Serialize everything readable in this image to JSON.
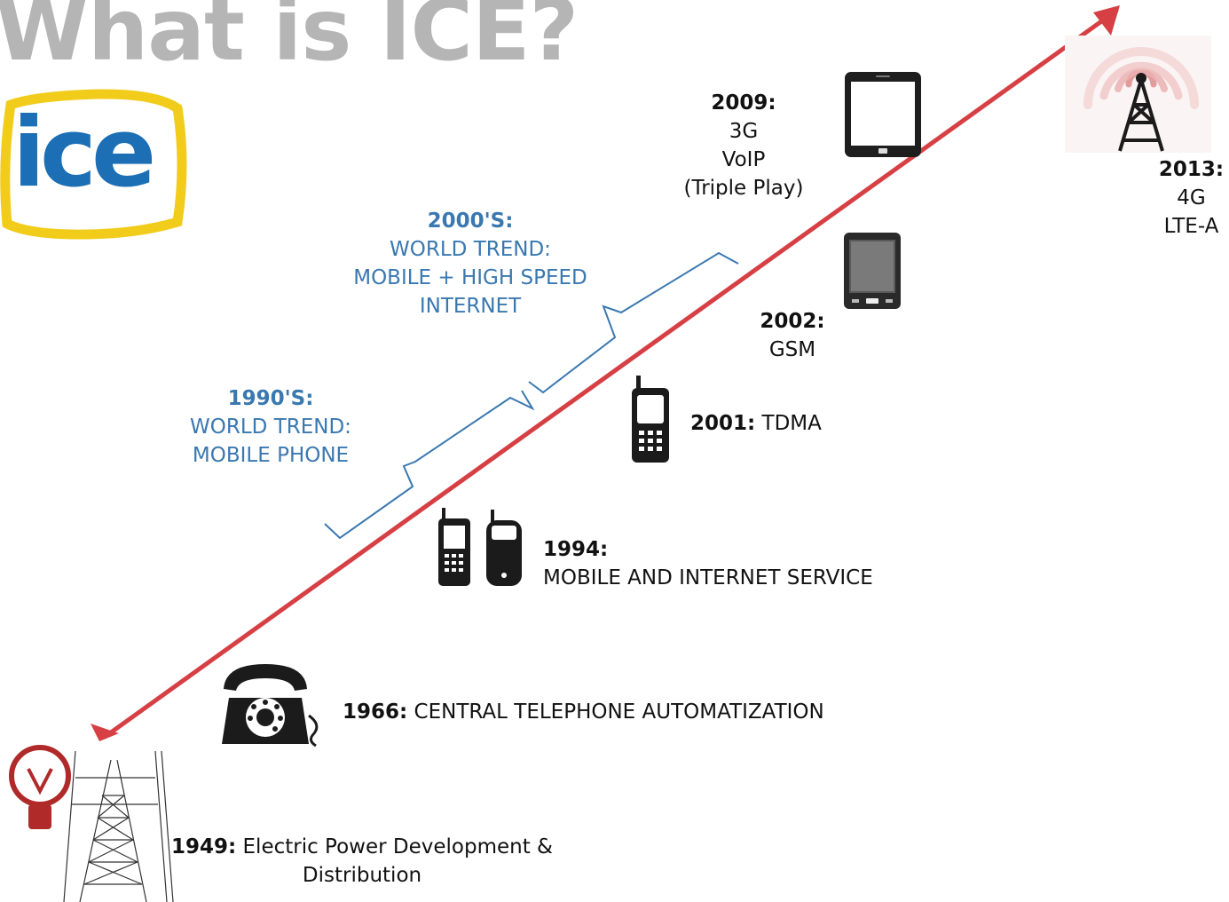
{
  "title": "What is ICE?",
  "logo": {
    "text": "ice",
    "frame_color": "#f2cc1a",
    "text_color": "#1c6fb4"
  },
  "timeline": {
    "line_color": "#d64045",
    "events": [
      {
        "year": "1949:",
        "text": "Electric Power Development &",
        "text2": "Distribution",
        "icon": "power-tower-and-bulb-icon"
      },
      {
        "year": "1966:",
        "text": "CENTRAL TELEPHONE AUTOMATIZATION",
        "icon": "rotary-phone-icon"
      },
      {
        "year": "1994:",
        "text": "MOBILE AND INTERNET SERVICE",
        "icon": "early-mobile-phones-icon"
      },
      {
        "year": "2001:",
        "text": "TDMA",
        "icon": "candybar-phone-icon"
      },
      {
        "year": "2002:",
        "text": "GSM",
        "icon": "pda-phone-icon"
      },
      {
        "year": "2009:",
        "lines": [
          "3G",
          "VoIP",
          "(Triple Play)"
        ],
        "icon": "tablet-icon"
      },
      {
        "year": "2013:",
        "lines": [
          "4G",
          "LTE-A"
        ],
        "icon": "cell-tower-icon"
      }
    ]
  },
  "trends": [
    {
      "decade": "1990'S:",
      "lines": [
        "WORLD TREND:",
        "MOBILE PHONE"
      ]
    },
    {
      "decade": "2000'S:",
      "lines": [
        "WORLD TREND:",
        "MOBILE + HIGH SPEED",
        "INTERNET"
      ]
    }
  ]
}
